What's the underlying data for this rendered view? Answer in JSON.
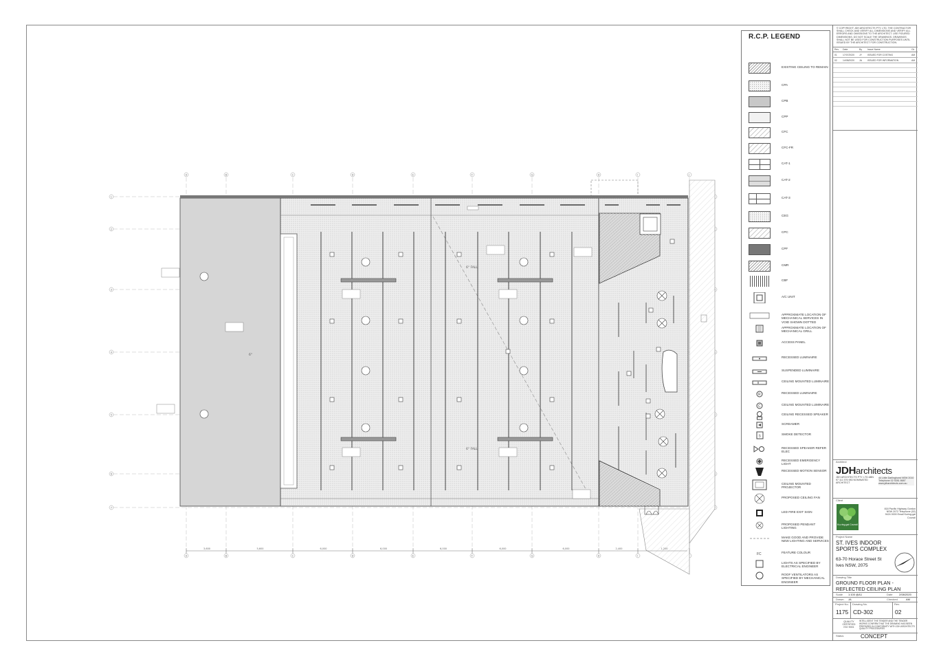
{
  "legend": {
    "title": "R.C.P. LEGEND",
    "items": [
      {
        "id": "existing",
        "label": "EXISTING CEILING TO REMAIN",
        "sym": "hatch-diag"
      },
      {
        "id": "cpa",
        "label": "CPA",
        "sym": "dots"
      },
      {
        "id": "cpb",
        "label": "CPB",
        "sym": "grey"
      },
      {
        "id": "cpp",
        "label": "CPP",
        "sym": "fine-dots"
      },
      {
        "id": "cfc",
        "label": "CFC",
        "sym": "hatch-light"
      },
      {
        "id": "cfcfr",
        "label": "CFC-FR",
        "sym": "hatch-light"
      },
      {
        "id": "cat1",
        "label": "CAT-1",
        "sym": "grid-4"
      },
      {
        "id": "cat2",
        "label": "CAT-2",
        "sym": "grid-2"
      },
      {
        "id": "cat3",
        "label": "CAT-3",
        "sym": "grid-3"
      },
      {
        "id": "ceg",
        "label": "CEG",
        "sym": "dots"
      },
      {
        "id": "cpc",
        "label": "CPC",
        "sym": "hatch-light"
      },
      {
        "id": "cpf",
        "label": "CPF",
        "sym": "dark"
      },
      {
        "id": "cmr",
        "label": "CMR",
        "sym": "hatch-diag"
      },
      {
        "id": "cbf",
        "label": "CBF",
        "sym": "bars"
      },
      {
        "id": "ac",
        "label": "A/C UNIT",
        "sym": "ac-unit"
      },
      {
        "id": "mech-void",
        "label": "APPROXIMATE LOCATION OF MECHANICAL SERVICES IN VOID SHOWN DOTTED",
        "sym": "rect-empty"
      },
      {
        "id": "mech-grill",
        "label": "APPROXIMATE LOCATION OF MECHANICAL GRILL",
        "sym": "grill"
      },
      {
        "id": "access",
        "label": "ACCESS PANEL",
        "sym": "access"
      },
      {
        "id": "rec-lum",
        "label": "RECESSED LUMINAIRE",
        "sym": "lum-rec"
      },
      {
        "id": "sus-lum",
        "label": "SUSPENDED LUMINAIRE",
        "sym": "lum-sus"
      },
      {
        "id": "cm-lum",
        "label": "CEILING MOUNTED LUMINAIRE",
        "sym": "lum-cm"
      },
      {
        "id": "rec-lum2",
        "label": "RECESSED LUMINAIRE",
        "sym": "circle-r"
      },
      {
        "id": "cm-lum2",
        "label": "CEILING MOUNTED LUMINAIRE",
        "sym": "circle-c"
      },
      {
        "id": "speaker",
        "label": "CEILING RECESSED SPEAKER",
        "sym": "speaker"
      },
      {
        "id": "screamer",
        "label": "SCREAMER",
        "sym": "screamer"
      },
      {
        "id": "smoke",
        "label": "SMOKE DETECTOR",
        "sym": "smoke"
      },
      {
        "id": "rec-speaker",
        "label": "RECESSED SPEAKER REFER ELEC",
        "sym": "rec-speaker"
      },
      {
        "id": "em-light",
        "label": "RECESSED EMERGENCY LIGHT",
        "sym": "em-light"
      },
      {
        "id": "motion",
        "label": "RECESSED MOTION SENSOR",
        "sym": "motion"
      },
      {
        "id": "projector",
        "label": "CEILING MOUNTED PROJECTOR",
        "sym": "projector"
      },
      {
        "id": "fan",
        "label": "PROPOSED CEILING FAN",
        "sym": "fan"
      },
      {
        "id": "exit",
        "label": "LED FIRE EXIT SIGN",
        "sym": "exit"
      },
      {
        "id": "pendant",
        "label": "PROPOSED PENDANT LIGHTING",
        "sym": "pendant"
      },
      {
        "id": "makegood",
        "label": "MAKE GOOD AND PROVIDE NEW LIGHTING AND SERVICES",
        "sym": "dash"
      },
      {
        "id": "fc",
        "label": "FEATURE COLOUR",
        "sym": "fc"
      },
      {
        "id": "lights-elec",
        "label": "LIGHTS AS SPECIFIED BY ELECTRICAL ENGINEER",
        "sym": "square"
      },
      {
        "id": "roofvent",
        "label": "ROOF VENTILATORS AS SPECIFIED BY MECHANICAL ENGINEER",
        "sym": "circle-o"
      }
    ],
    "fc_text": "FC"
  },
  "titleblock": {
    "copyright": "© COPYRIGHT JDH ARCHITECTS PTY. LTD. THE CONTRACTOR SHALL CHECK AND VERIFY ALL DIMENSIONS AND VERIFY ALL ERRORS AND OMISSIONS TO THE ARCHITECT. USE FIGURED DIMENSIONS. DO NOT SCALE THE DRAWINGS. DRAWINGS SHALL NOT BE USED FOR CONSTRUCTION PURPOSES UNTIL ISSUED BY THE ARCHITECT FOR CONSTRUCTION.",
    "rev_headers": [
      "Rev",
      "Date",
      "By",
      "Issue Name",
      "Ck"
    ],
    "revisions": [
      {
        "rev": "01",
        "date": "17/07/2020",
        "by": "JY",
        "name": "ISSUED FOR COSTING",
        "ck": "AM"
      },
      {
        "rev": "02",
        "date": "14/08/2020",
        "by": "JA",
        "name": "ISSUED FOR INFORMATION",
        "ck": "AM"
      }
    ],
    "architect_label": "Architect",
    "firm_bold": "JDH",
    "firm_rest": "architects",
    "firm_details": "JDH ARCHITECTS PTY. LTD ABN 97 111 576 983 NOMINATED ARCHITECT",
    "firm_address": "44 Little Darlinghurst NSW 2010 Telephone 02 9281 8687 www.jdharchitects.com.au",
    "client_label": "Client",
    "client_name": "Ku-ring-gai Council",
    "client_address": "818 Pacific Highway Gordon NSW 2072 Telephone (02) 9424 0000 Email Kuring-gai Council",
    "project_label": "Project Name",
    "project_name": "ST. IVES INDOOR SPORTS COMPLEX",
    "project_address": "63-70 Horace Street St Ives NSW, 2075",
    "title_label": "Drawing Title",
    "drawing_title": "GROUND FLOOR PLAN - REFLECTED CEILING PLAN",
    "scale_label": "Scale",
    "scale": "1:100 @A1",
    "date_label": "Date",
    "date": "2/08/2020",
    "drawn_label": "Drawn",
    "drawn": "JA",
    "checked_label": "Checked",
    "checked": "AM",
    "projno_label": "Project No.",
    "projno": "1175",
    "drawno_label": "Drawing No.",
    "drawno": "CD-302",
    "revno_label": "Rev.",
    "revno": "02",
    "quality": "QUALITY CERTIFIED ISO 9001",
    "quality_note": "INTELLIGENT THE TENDER AND THE TENDER WORKS CONFIRM THAT THE DRAWING HAS BEEN PREPARED IN CONFORMITY WITH JDH ARCHITECTS QUALITY PROCEDURES",
    "status_label": "Status",
    "status": "CONCEPT"
  },
  "plan": {
    "grid_cols": [
      "A",
      "B",
      "C",
      "D",
      "E",
      "F",
      "G",
      "H",
      "I",
      "J"
    ],
    "grid_rows": [
      "1",
      "2",
      "3",
      "4",
      "5",
      "6",
      "7"
    ],
    "dims": [
      "3,600",
      "5,600",
      "6,000",
      "6,000",
      "6,000",
      "6,000",
      "6,000",
      "2,400",
      "1,200"
    ],
    "fall1": "6° FALL",
    "fall2": "6° FALL",
    "fall3": "6°"
  }
}
